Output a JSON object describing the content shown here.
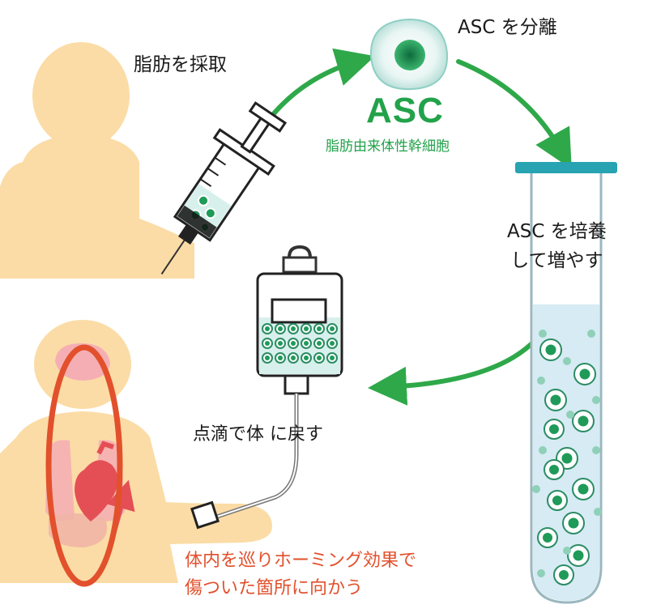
{
  "labels": {
    "harvest_fat": "脂肪を採取",
    "separate_asc": "ASC を分離",
    "asc_title": "ASC",
    "asc_full_name": "脂肪由来体性幹細胞",
    "culture_line1": "ASC を培養",
    "culture_line2": "して増やす",
    "drip_return": "点滴で体  に戻す",
    "homing_line1": "体内を巡りホーミング効果で",
    "homing_line2": "傷ついた箇所に向かう"
  },
  "colors": {
    "skin": "#fbdca6",
    "arrow_green": "#2fa84a",
    "asc_green": "#22a24a",
    "cell_green": "#1f9a58",
    "liquid": "#d6ebf4",
    "tube_cap": "#27a3b1",
    "organ_pink": "#f3a7b6",
    "heart_red": "#e44f55",
    "homing_orange": "#e2502c"
  },
  "icons": {
    "person_top": "person-silhouette-icon",
    "syringe": "syringe-icon",
    "stem_cell": "stem-cell-icon",
    "test_tube": "test-tube-icon",
    "iv_bag": "iv-drip-bag-icon",
    "body_organs": "body-organs-icon"
  }
}
